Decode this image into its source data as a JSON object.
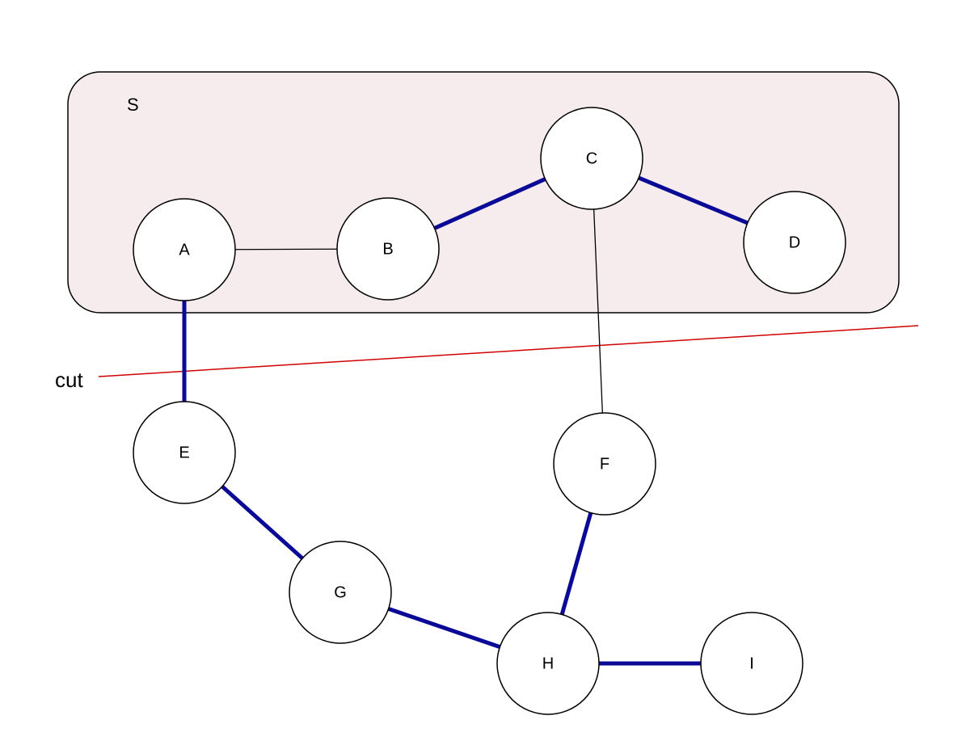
{
  "diagram": {
    "set_label": "S",
    "cut_label": "cut",
    "colors": {
      "set_fill": "#f6ecee",
      "bold_edge": "#0a0a96",
      "cut_line": "#d00000"
    },
    "nodes": [
      {
        "id": "A",
        "label": "A",
        "in_set": true
      },
      {
        "id": "B",
        "label": "B",
        "in_set": true
      },
      {
        "id": "C",
        "label": "C",
        "in_set": true
      },
      {
        "id": "D",
        "label": "D",
        "in_set": true
      },
      {
        "id": "E",
        "label": "E",
        "in_set": false
      },
      {
        "id": "F",
        "label": "F",
        "in_set": false
      },
      {
        "id": "G",
        "label": "G",
        "in_set": false
      },
      {
        "id": "H",
        "label": "H",
        "in_set": false
      },
      {
        "id": "I",
        "label": "I",
        "in_set": false
      }
    ],
    "edges": [
      {
        "from": "A",
        "to": "B",
        "style": "thin"
      },
      {
        "from": "B",
        "to": "C",
        "style": "bold"
      },
      {
        "from": "C",
        "to": "D",
        "style": "bold"
      },
      {
        "from": "A",
        "to": "E",
        "style": "bold"
      },
      {
        "from": "C",
        "to": "F",
        "style": "thin"
      },
      {
        "from": "E",
        "to": "G",
        "style": "bold"
      },
      {
        "from": "G",
        "to": "H",
        "style": "bold"
      },
      {
        "from": "F",
        "to": "H",
        "style": "bold"
      },
      {
        "from": "H",
        "to": "I",
        "style": "bold"
      }
    ]
  }
}
